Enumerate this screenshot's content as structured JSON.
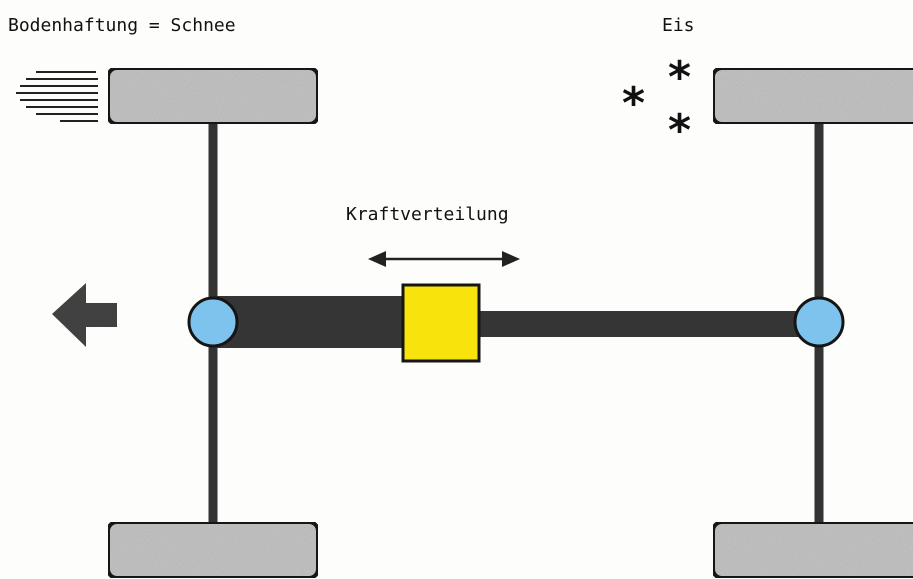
{
  "labels": {
    "front_left": "Bodenhaftung = Schnee",
    "front_right": "Eis",
    "center": "Kraftverteilung"
  },
  "symbols": {
    "ice": "*"
  },
  "colors": {
    "tire_fill": "#c4c4c4",
    "tire_stroke": "#151515",
    "axle": "#333333",
    "differential": "#f8e40c",
    "joint": "#7ec3ee",
    "arrow": "#444444",
    "background": "#fdfdfb"
  }
}
